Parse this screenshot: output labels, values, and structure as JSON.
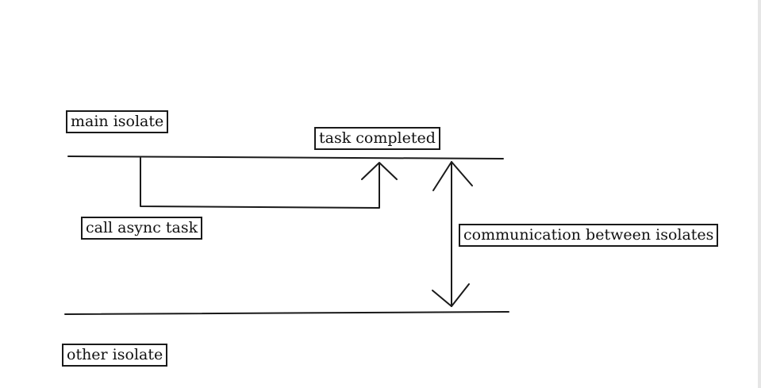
{
  "labels": {
    "main_isolate": "main isolate",
    "task_completed": "task completed",
    "call_async_task": "call async task",
    "communication": "communication between isolates",
    "other_isolate": "other isolate"
  },
  "colors": {
    "ink": "#1a1a1a",
    "background": "#ffffff"
  }
}
